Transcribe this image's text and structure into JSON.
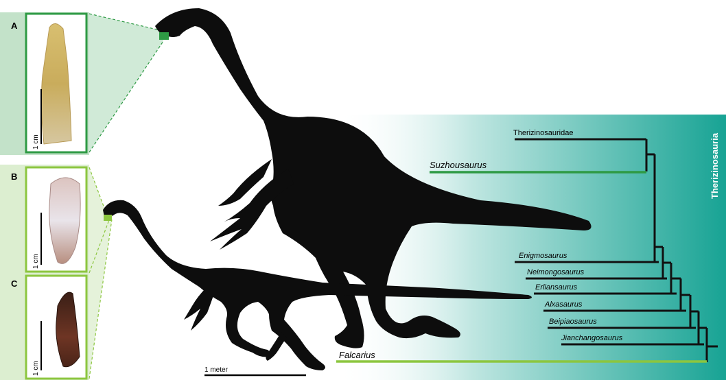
{
  "panels": {
    "a": {
      "letter": "A",
      "scale_label": "1 cm"
    },
    "b": {
      "letter": "B",
      "scale_label": "1 cm"
    },
    "c": {
      "letter": "C",
      "scale_label": "1 cm"
    }
  },
  "body_scale_label": "1 meter",
  "clade_label": "Therizinosauria",
  "taxa": {
    "therizinosauridae": "Therizinosauridae",
    "suzhousaurus": "Suzhousaurus",
    "enigmosaurus": "Enigmosaurus",
    "neimongosaurus": "Neimongosaurus",
    "erliansaurus": "Erliansaurus",
    "alxasaurus": "Alxasaurus",
    "beipiaosaurus": "Beipiaosaurus",
    "jianchangosaurus": "Jianchangosaurus",
    "falcarius": "Falcarius"
  },
  "colors": {
    "dark_green": "#2e9a44",
    "light_green": "#8cc63f",
    "teal": "#1fa79a",
    "silhouette": "#0d0d0d"
  }
}
